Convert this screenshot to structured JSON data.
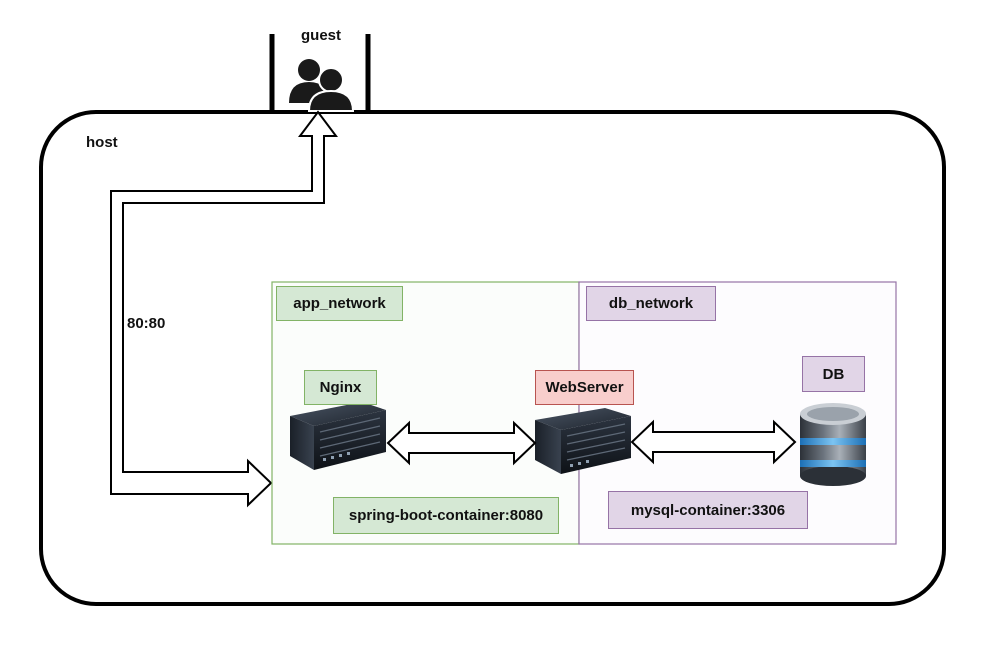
{
  "guest": {
    "label": "guest"
  },
  "host": {
    "label": "host"
  },
  "port_mapping": {
    "label": "80:80"
  },
  "app_network": {
    "label": "app_network",
    "color": "#82b366",
    "fill": "#d5e8d4"
  },
  "db_network": {
    "label": "db_network",
    "color": "#9673a6",
    "fill": "#e1d5e7"
  },
  "nodes": {
    "nginx": {
      "label": "Nginx",
      "icon": "server-icon"
    },
    "webserver": {
      "label": "WebServer",
      "icon": "server-icon",
      "fill": "#f8cecc"
    },
    "db": {
      "label": "DB",
      "icon": "database-icon"
    }
  },
  "containers": {
    "spring": {
      "label": "spring-boot-container:8080"
    },
    "mysql": {
      "label": "mysql-container:3306"
    }
  }
}
